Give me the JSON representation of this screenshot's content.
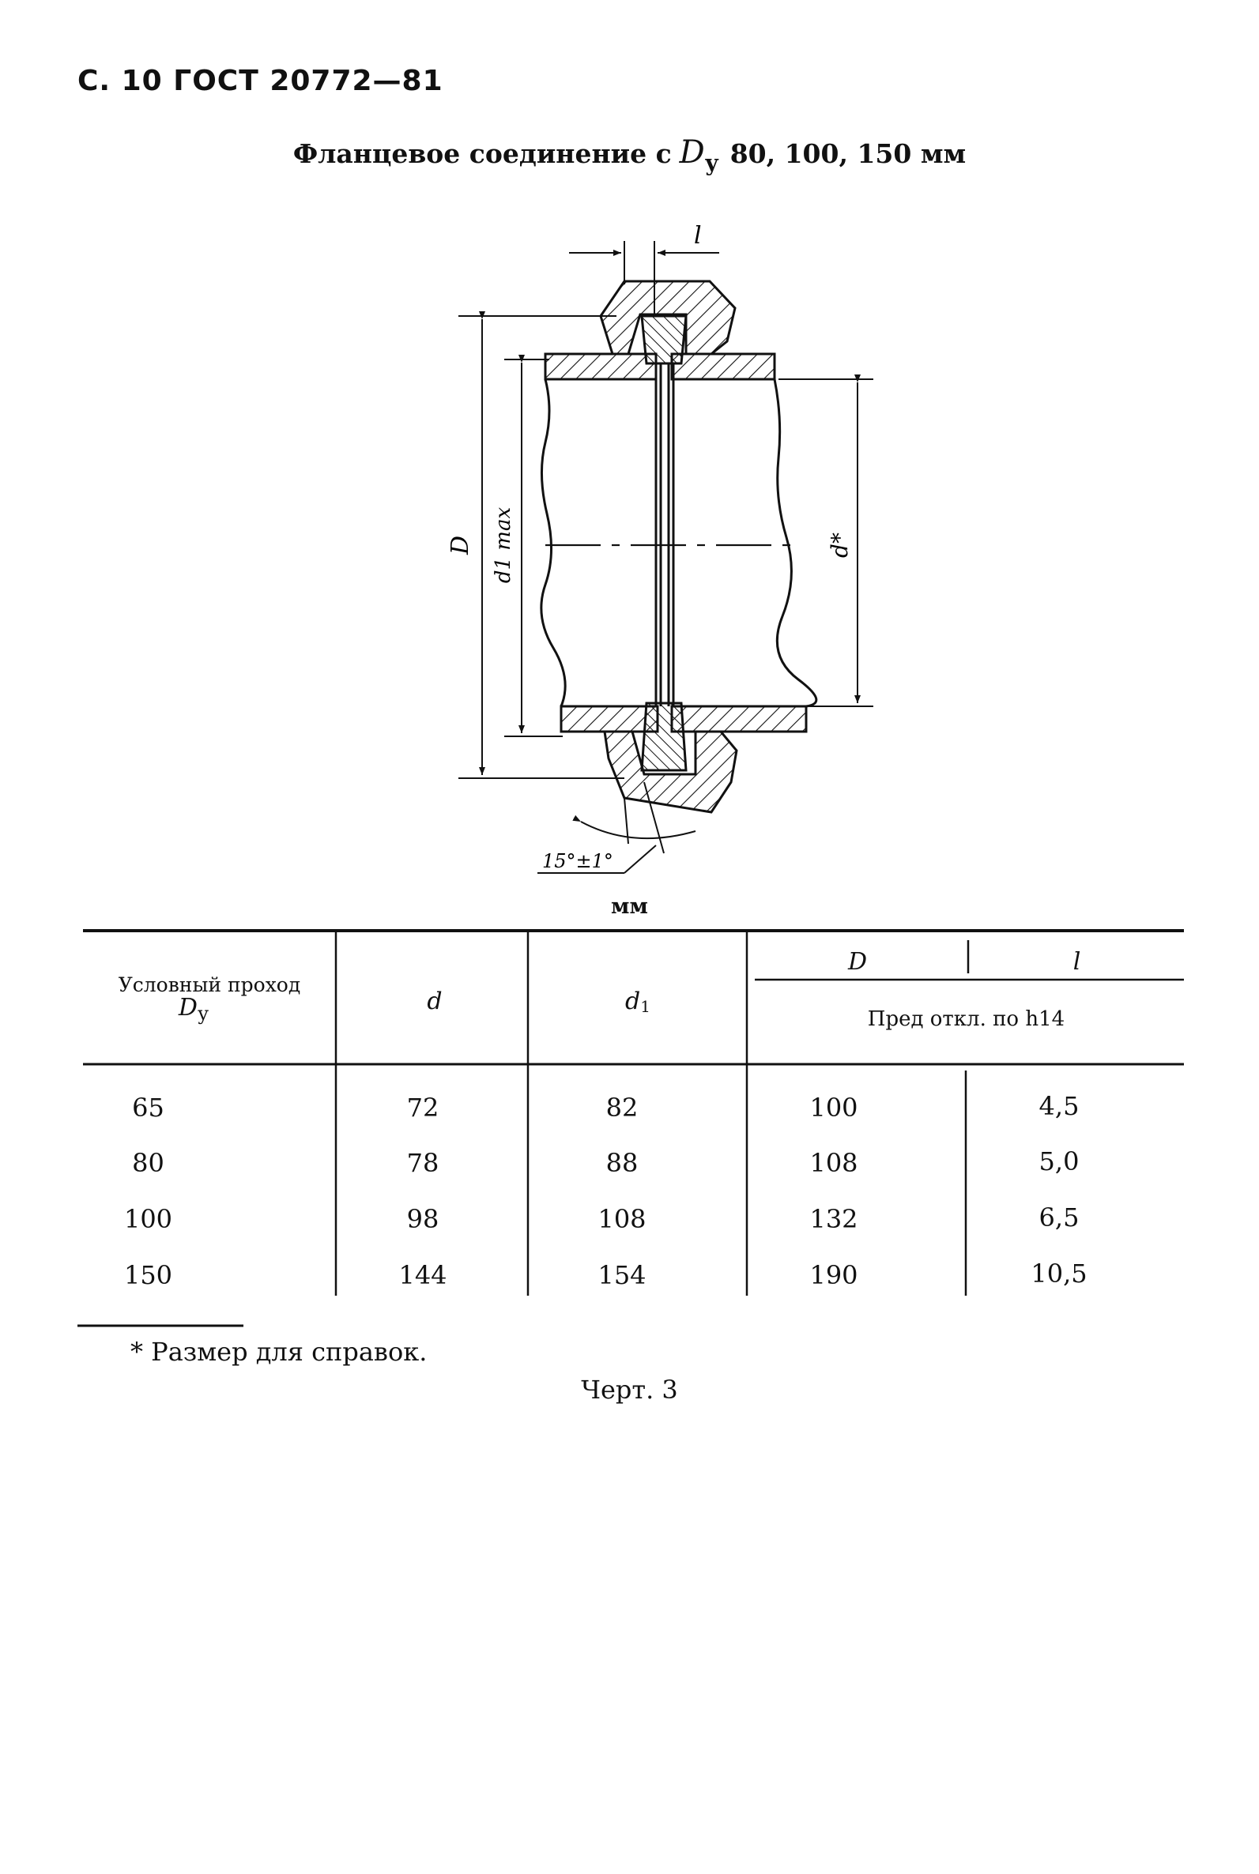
{
  "header": {
    "page_ref": "С. 10 ГОСТ 20772—81"
  },
  "title": {
    "prefix": "Фланцевое соединение с",
    "symbol": "D",
    "subscript": "у",
    "suffix": "80, 100, 150 мм"
  },
  "drawing": {
    "labels": {
      "l": "l",
      "D": "D",
      "d1max": "d1 max",
      "d": "d*",
      "angle": "15°±1°"
    }
  },
  "table": {
    "unit": "мм",
    "headers": {
      "dy_line1": "Условный проход",
      "dy_symbol": "D",
      "dy_sub": "у",
      "d": "d",
      "d1": "d",
      "d1_sub": "1",
      "D": "D",
      "l": "l",
      "tolerance": "Пред  откл. по h14"
    },
    "rows": [
      [
        "65",
        "72",
        "82",
        "100",
        "4,5"
      ],
      [
        "80",
        "78",
        "88",
        "108",
        "5,0"
      ],
      [
        "100",
        "98",
        "108",
        "132",
        "6,5"
      ],
      [
        "150",
        "144",
        "154",
        "190",
        "10,5"
      ]
    ]
  },
  "footnote": "* Размер для справок.",
  "figure_caption": "Черт. 3"
}
